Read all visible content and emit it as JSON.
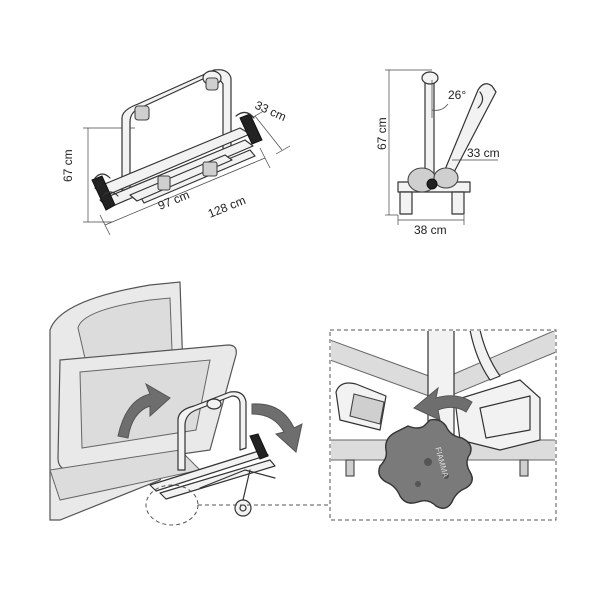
{
  "dimensions_perspective": {
    "height": "67 cm",
    "depth": "33 cm",
    "inner_width": "97 cm",
    "total_width": "128 cm"
  },
  "dimensions_side": {
    "height": "67 cm",
    "angle": "26°",
    "arm": "33 cm",
    "base": "38 cm"
  },
  "knob_brand": "FIAMMA",
  "colors": {
    "line": "#333333",
    "tube_fill": "#f2f2f2",
    "car_fill": "#e9e9e9",
    "knob_fill": "#7a7a7a",
    "arrow_fill": "#6e6e6e"
  }
}
